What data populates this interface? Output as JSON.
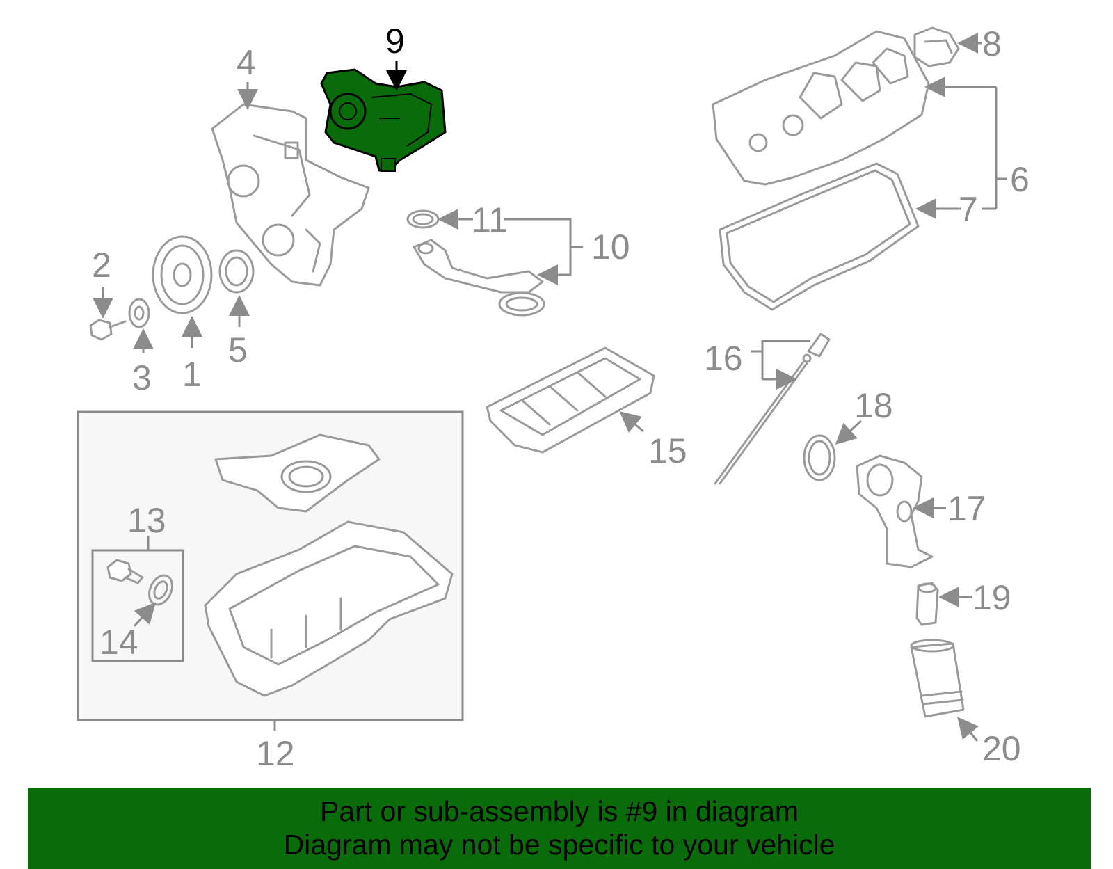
{
  "diagram": {
    "highlight_color": "#0a6b0a",
    "callouts": {
      "c1": "1",
      "c2": "2",
      "c3": "3",
      "c4": "4",
      "c5": "5",
      "c6": "6",
      "c7": "7",
      "c8": "8",
      "c9": "9",
      "c10": "10",
      "c11": "11",
      "c12": "12",
      "c13": "13",
      "c14": "14",
      "c15": "15",
      "c16": "16",
      "c17": "17",
      "c18": "18",
      "c19": "19",
      "c20": "20"
    }
  },
  "banner": {
    "line1": "Part or sub-assembly is #9 in diagram",
    "line2": "Diagram may not be specific to your vehicle",
    "background": "#0a6b0a"
  }
}
